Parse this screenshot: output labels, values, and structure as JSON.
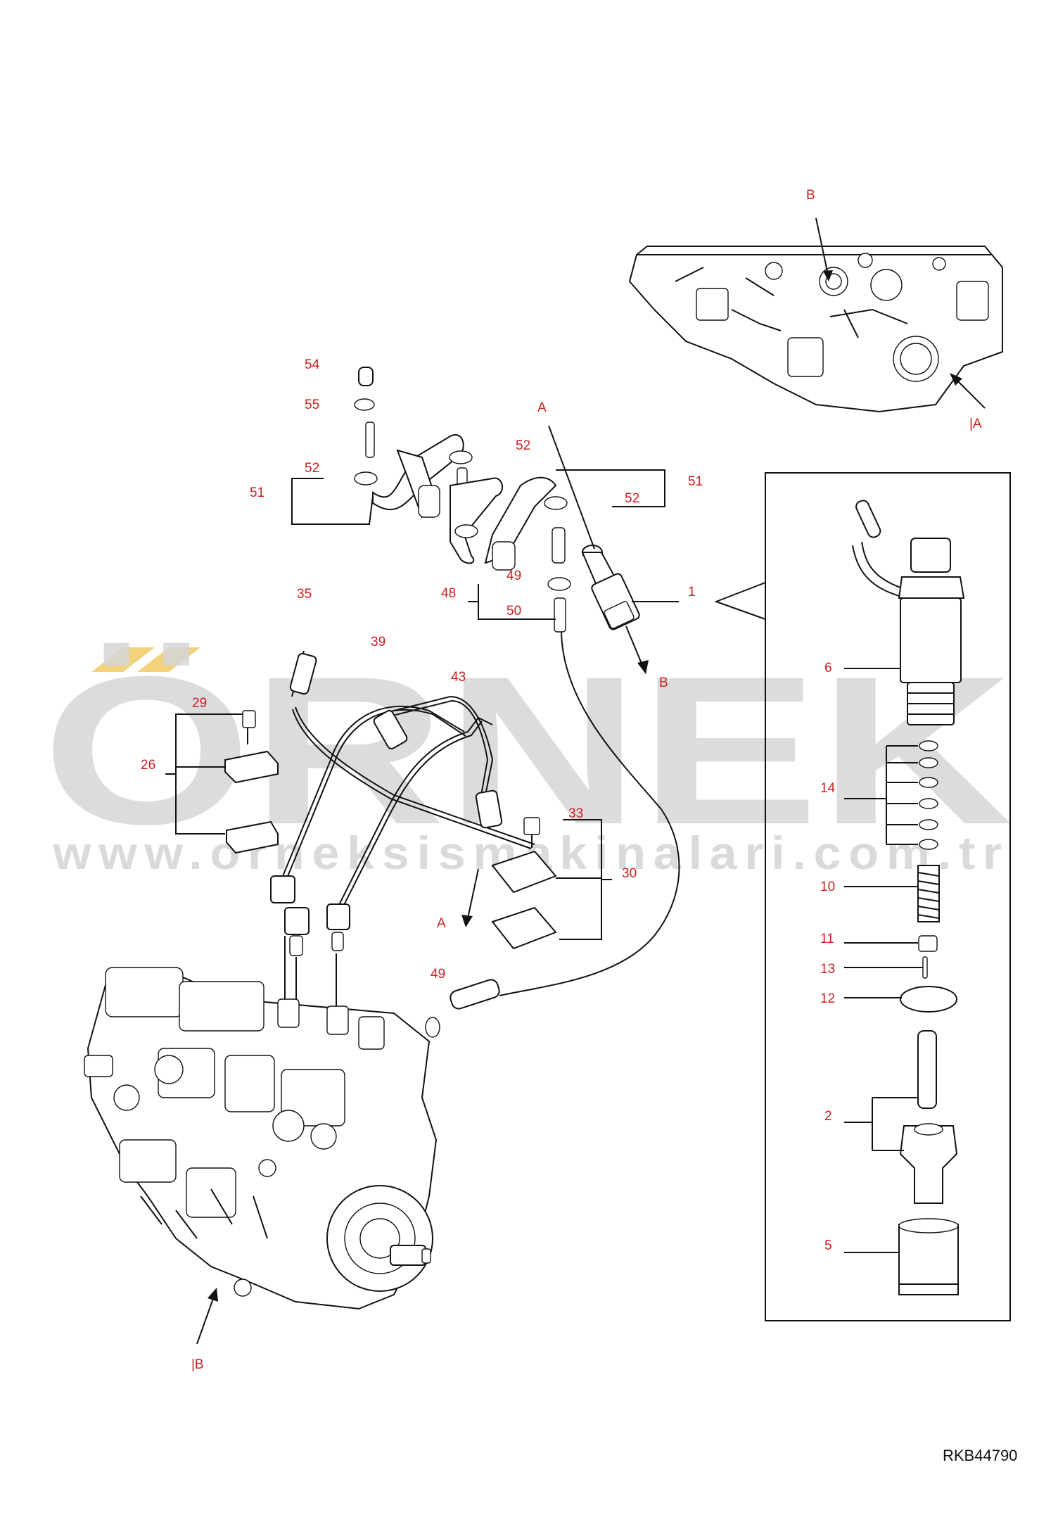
{
  "watermark": {
    "word": "ÖRNEK",
    "url": "www.orneksismakinalari.com.tr",
    "accent_color": "#f2d27a",
    "text_color": "#d6d6d9"
  },
  "reference_code": "RKB44790",
  "callout_color": "#cc1f1f",
  "callouts": {
    "c1": "1",
    "c2": "2",
    "c5": "5",
    "c6": "6",
    "c10": "10",
    "c11": "11",
    "c12": "12",
    "c13": "13",
    "c14": "14",
    "c26": "26",
    "c29": "29",
    "c30": "30",
    "c33": "33",
    "c35": "35",
    "c39": "39",
    "c43": "43",
    "c48": "48",
    "c49a": "49",
    "c49b": "49",
    "c50": "50",
    "c51a": "51",
    "c51b": "51",
    "c52a": "52",
    "c52b": "52",
    "c52c": "52",
    "c54": "54",
    "c55": "55"
  },
  "view_labels": {
    "A_top": "A",
    "A_mid": "A",
    "B_top": "B",
    "B_mid": "B",
    "view_A": "|A",
    "view_B": "|B"
  }
}
